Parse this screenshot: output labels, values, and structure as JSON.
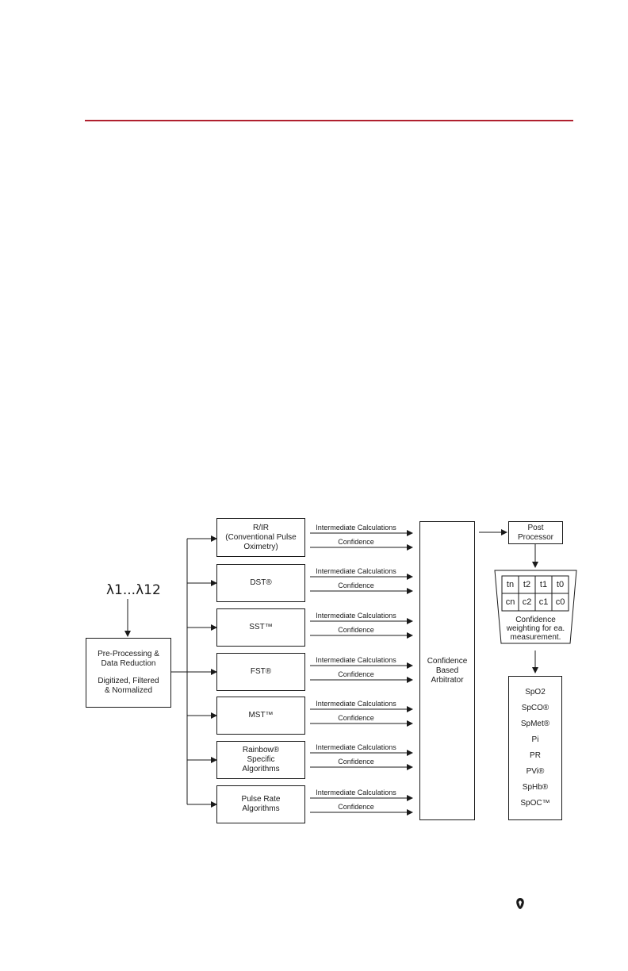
{
  "diagram": {
    "input_label": "λ1...λ12",
    "preprocess": {
      "line1": "Pre-Processing &",
      "line2": "Data Reduction",
      "line3": "Digitized, Filtered",
      "line4": "& Normalized"
    },
    "algorithms": [
      {
        "lines": [
          "R/IR",
          "(Conventional Pulse",
          "Oximetry)"
        ]
      },
      {
        "lines": [
          "DST®"
        ]
      },
      {
        "lines": [
          "SST™"
        ]
      },
      {
        "lines": [
          "FST®"
        ]
      },
      {
        "lines": [
          "MST™"
        ]
      },
      {
        "lines": [
          "Rainbow®",
          "Specific",
          "Algorithms"
        ]
      },
      {
        "lines": [
          "Pulse Rate",
          "Algorithms"
        ]
      }
    ],
    "intermediate_label": "Intermediate Calculations",
    "confidence_label": "Confidence",
    "arbitrator": [
      "Confidence",
      "Based",
      "Arbitrator"
    ],
    "post_processor": [
      "Post",
      "Processor"
    ],
    "weighting": {
      "top_row": [
        "tn",
        "t2",
        "t1",
        "t0"
      ],
      "bottom_row": [
        "cn",
        "c2",
        "c1",
        "c0"
      ],
      "caption": [
        "Confidence",
        "weighting for ea.",
        "measurement."
      ]
    },
    "outputs": [
      "SpO2",
      "SpCO®",
      "SpMet®",
      "Pi",
      "PR",
      "PVi®",
      "SpHb®",
      "SpOC™"
    ]
  },
  "colors": {
    "rule": "#b0202e",
    "ink": "#1a1a1a"
  },
  "logo_icon": "masimo-logo-icon"
}
